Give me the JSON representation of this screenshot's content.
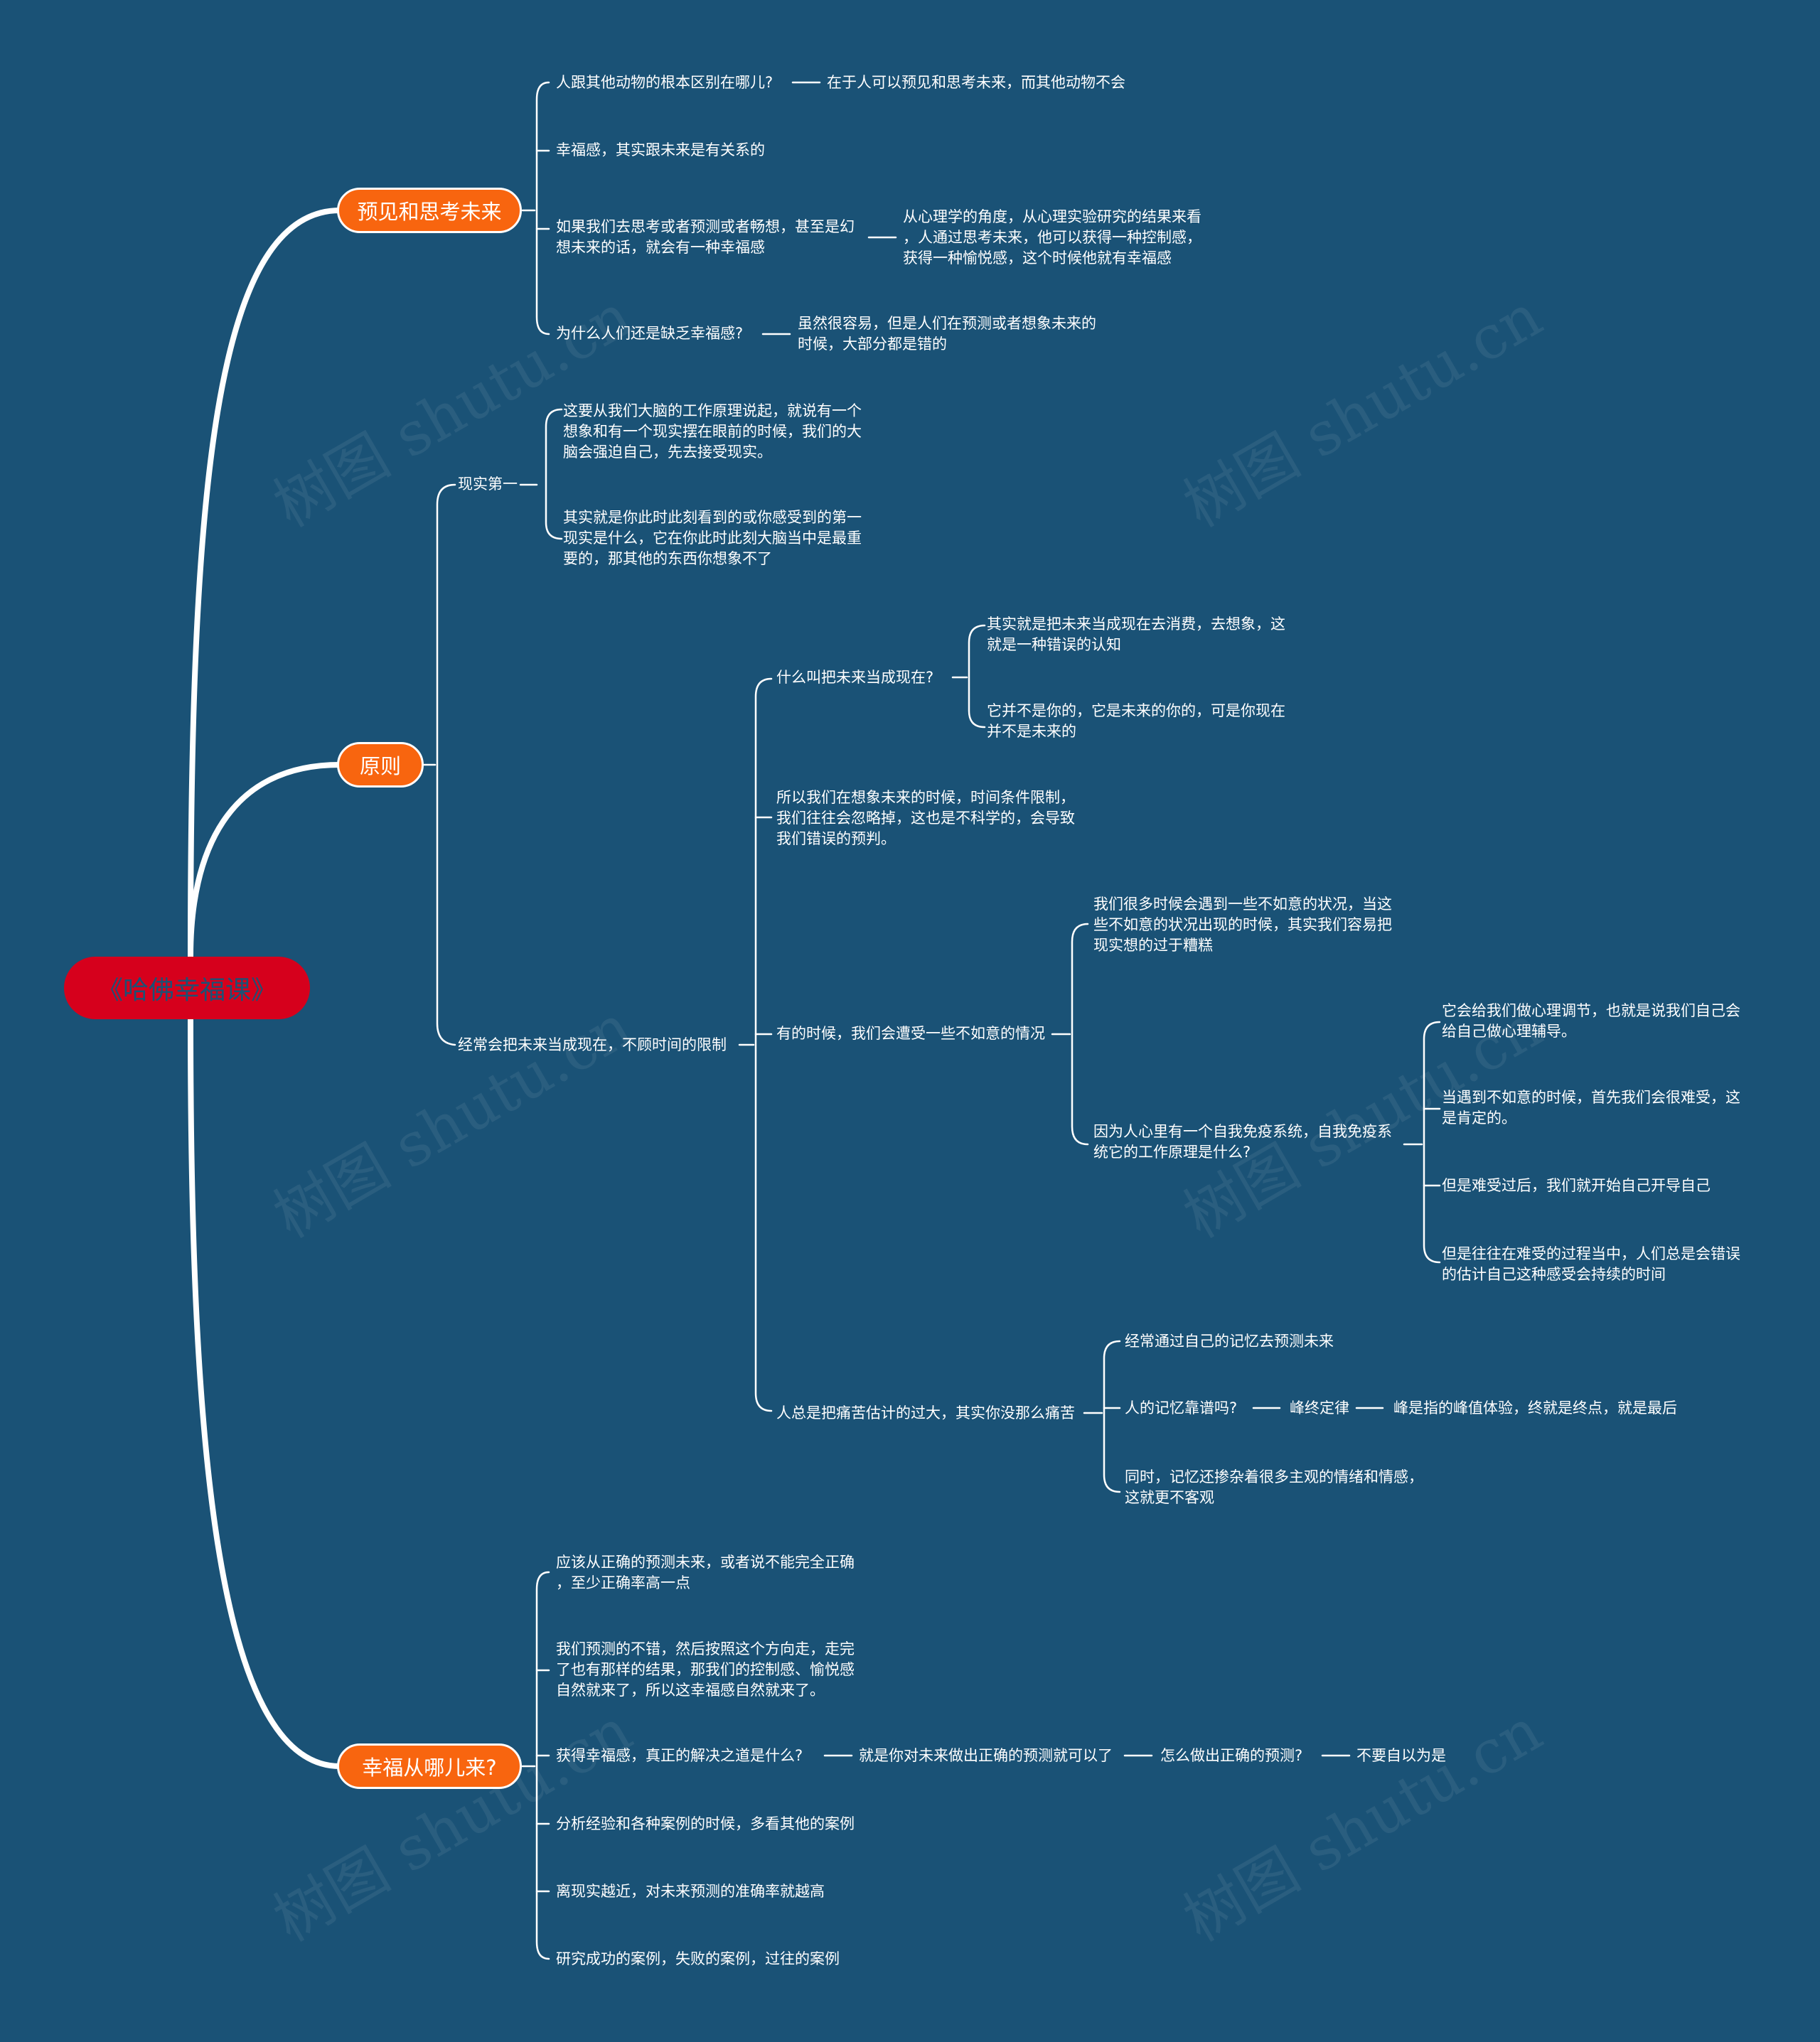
{
  "watermark": "树图 shutu.cn",
  "colors": {
    "background": "#1a5276",
    "root": "#d6001c",
    "branch": "#f8650f",
    "line": "#ffffff"
  },
  "root": "《哈佛幸福课》",
  "b1": {
    "label": "预见和思考未来",
    "n1": "人跟其他动物的根本区别在哪儿?",
    "n1a": "在于人可以预见和思考未来，而其他动物不会",
    "n2": "幸福感，其实跟未来是有关系的",
    "n3": "如果我们去思考或者预测或者畅想，甚至是幻\n想未来的话，就会有一种幸福感",
    "n3a": "从心理学的角度，从心理实验研究的结果来看\n，人通过思考未来，他可以获得一种控制感，\n获得一种愉悦感，这个时候他就有幸福感",
    "n4": "为什么人们还是缺乏幸福感?",
    "n4a": "虽然很容易，但是人们在预测或者想象未来的\n时候，大部分都是错的"
  },
  "b2": {
    "label": "原则",
    "r1": "现实第一",
    "r1a": "这要从我们大脑的工作原理说起，就说有一个\n想象和有一个现实摆在眼前的时候，我们的大\n脑会强迫自己，先去接受现实。",
    "r1b": "其实就是你此时此刻看到的或你感受到的第一\n现实是什么，它在你此时此刻大脑当中是最重\n要的，那其他的东西你想象不了",
    "r2": "经常会把未来当成现在，不顾时间的限制",
    "q1": "什么叫把未来当成现在?",
    "q1a": "其实就是把未来当成现在去消费，去想象，这\n就是一种错误的认知",
    "q1b": "它并不是你的，它是未来的你的，可是你现在\n并不是未来的",
    "q2": "所以我们在想象未来的时候，时间条件限制，\n我们往往会忽略掉，这也是不科学的，会导致\n我们错误的预判。",
    "q3": "有的时候，我们会遭受一些不如意的情况",
    "q3a": "我们很多时候会遇到一些不如意的状况，当这\n些不如意的状况出现的时候，其实我们容易把\n现实想的过于糟糕",
    "q3b": "因为人心里有一个自我免疫系统，自我免疫系\n统它的工作原理是什么?",
    "q3b1": "它会给我们做心理调节，也就是说我们自己会\n给自己做心理辅导。",
    "q3b2": "当遇到不如意的时候，首先我们会很难受，这\n是肯定的。",
    "q3b3": "但是难受过后，我们就开始自己开导自己",
    "q3b4": "但是往往在难受的过程当中，人们总是会错误\n的估计自己这种感受会持续的时间",
    "q4": "人总是把痛苦估计的过大，其实你没那么痛苦",
    "q4a": "经常通过自己的记忆去预测未来",
    "q4b": "人的记忆靠谱吗?",
    "q4b1": "峰终定律",
    "q4b2": "峰是指的峰值体验，终就是终点，就是最后",
    "q4c": "同时，记忆还掺杂着很多主观的情绪和情感，\n这就更不客观"
  },
  "b3": {
    "label": "幸福从哪儿来?",
    "h1": "应该从正确的预测未来，或者说不能完全正确\n，至少正确率高一点",
    "h2": "我们预测的不错，然后按照这个方向走，走完\n了也有那样的结果，那我们的控制感、愉悦感\n自然就来了，所以这幸福感自然就来了。",
    "h3": "获得幸福感，真正的解决之道是什么?",
    "h3a": "就是你对未来做出正确的预测就可以了",
    "h3b": "怎么做出正确的预测?",
    "h3c": "不要自以为是",
    "h4": "分析经验和各种案例的时候，多看其他的案例",
    "h5": "离现实越近，对未来预测的准确率就越高",
    "h6": "研究成功的案例，失败的案例，过往的案例"
  }
}
